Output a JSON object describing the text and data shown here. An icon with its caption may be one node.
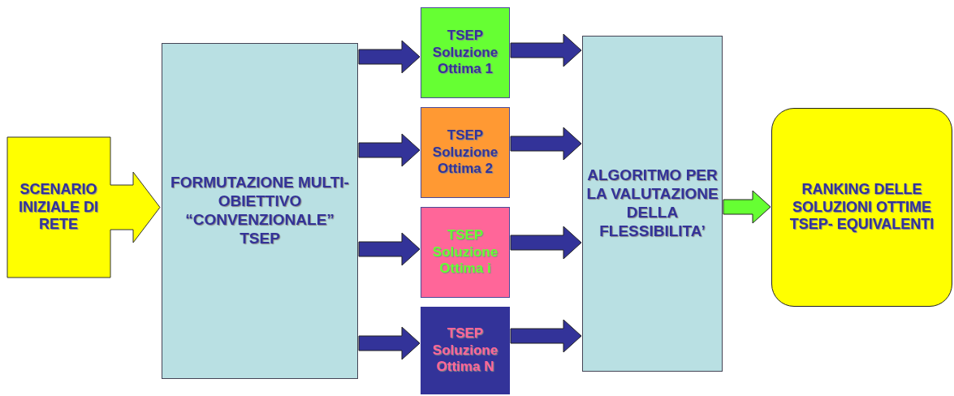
{
  "diagram": {
    "nodes": [
      {
        "text": [
          "SCENARIO INIZIALE DI RETE"
        ]
      },
      {
        "text": [
          "FORMUTAZIONE MULTI-OBIETTIVO “CONVENZIONALE” TSEP"
        ]
      },
      {
        "text": [
          "TSEP Soluzione Ottima 1"
        ]
      },
      {
        "text": [
          "TSEP Soluzione Ottima 2"
        ]
      },
      {
        "text": [
          "TSEP Soluzione Ottima i"
        ]
      },
      {
        "text": [
          "TSEP Soluzione Ottima N"
        ]
      },
      {
        "text": [
          "ALGORITMO PER LA VALUTAZIONE DELLA FLESSIBILITA’"
        ]
      },
      {
        "text": [
          "RANKING DELLE SOLUZIONI OTTIME TSEP- EQUIVALENTI"
        ]
      }
    ],
    "edges": [
      {
        "from": 1,
        "to": 2,
        "arrow": "to"
      },
      {
        "from": 1,
        "to": 3,
        "arrow": "to"
      },
      {
        "from": 1,
        "to": 4,
        "arrow": "to"
      },
      {
        "from": 1,
        "to": 5,
        "arrow": "to"
      },
      {
        "from": 2,
        "to": 6,
        "arrow": "to"
      },
      {
        "from": 3,
        "to": 6,
        "arrow": "to"
      },
      {
        "from": 4,
        "to": 6,
        "arrow": "to"
      },
      {
        "from": 5,
        "to": 6,
        "arrow": "to"
      },
      {
        "from": 6,
        "to": 7,
        "arrow": "to",
        "color": "#66ff33"
      }
    ]
  }
}
